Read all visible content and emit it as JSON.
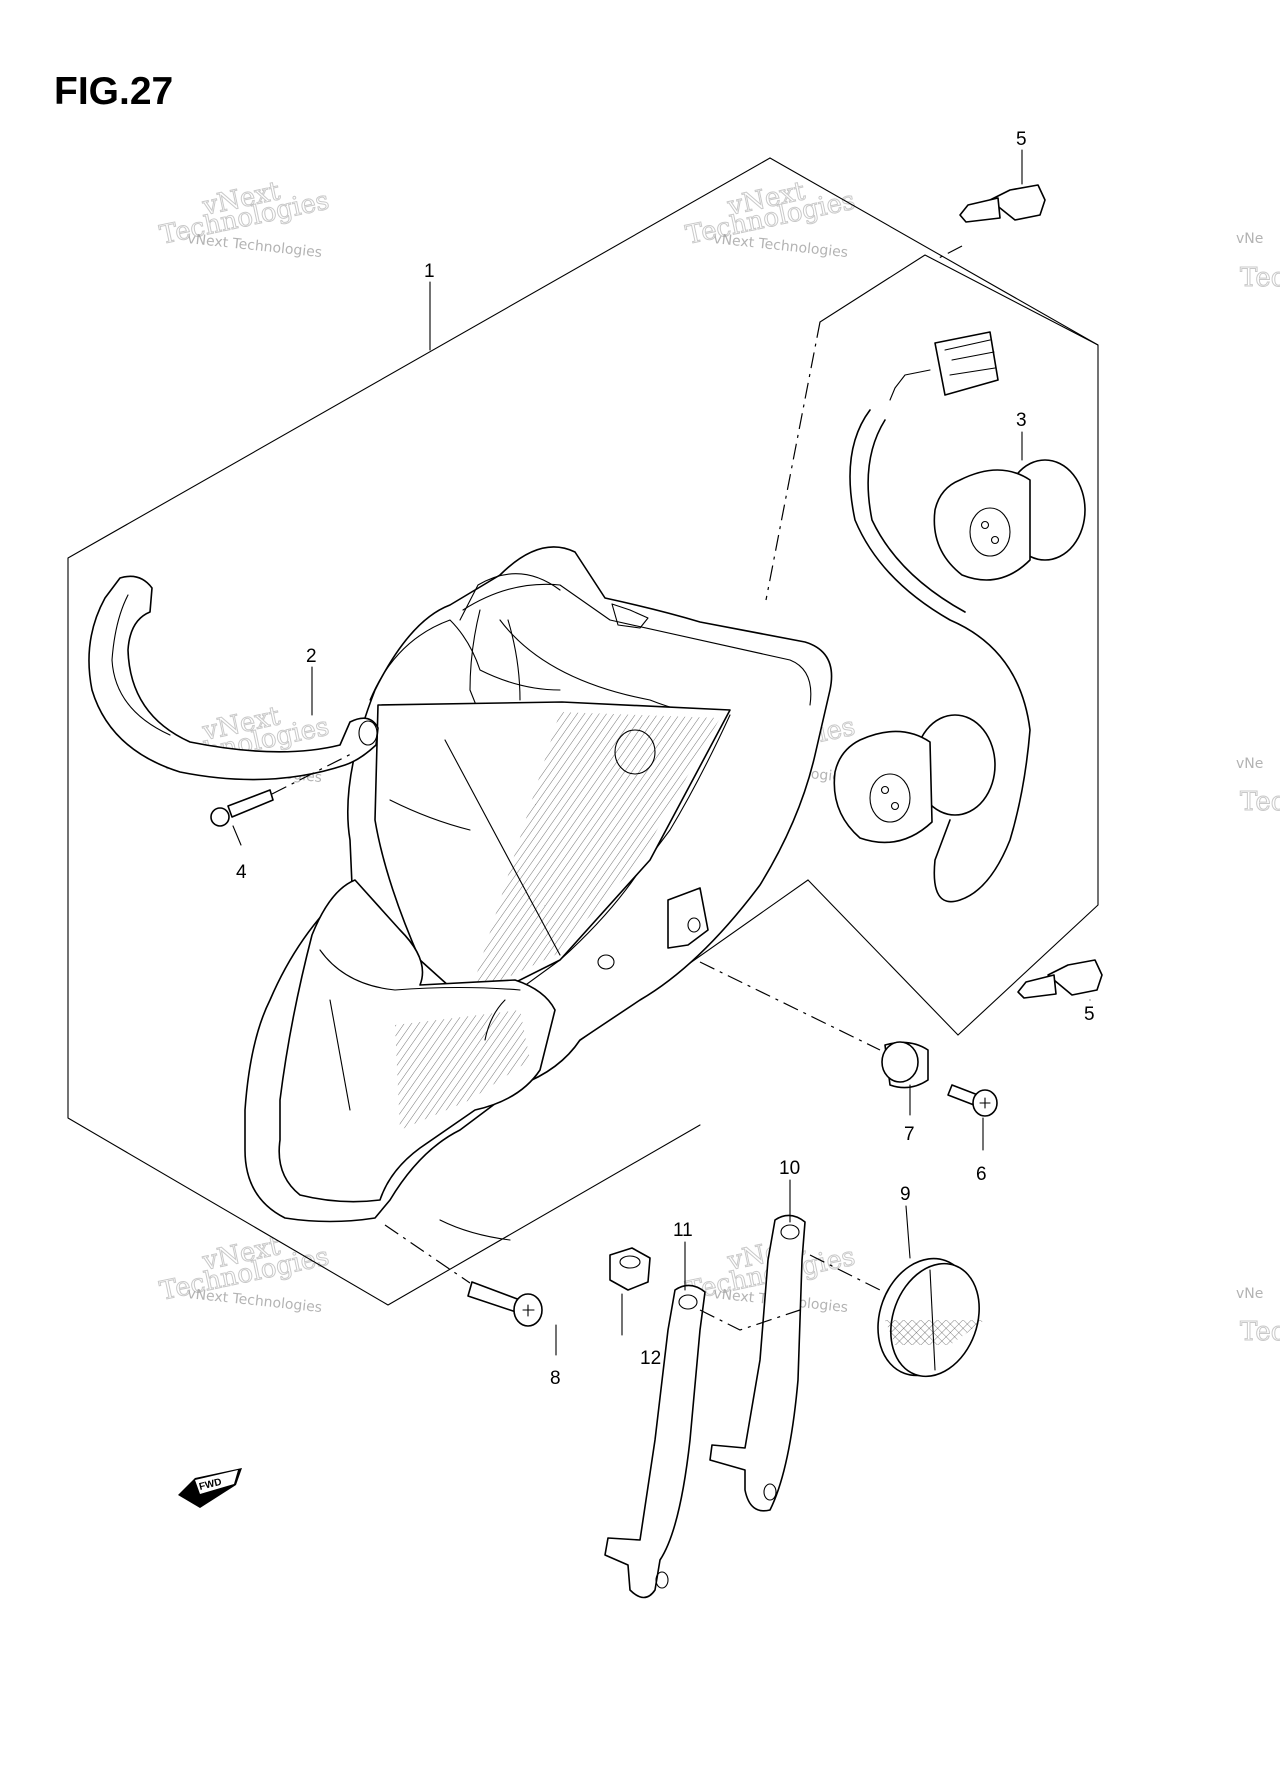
{
  "figure": {
    "title": "FIG.27"
  },
  "watermark": {
    "line1": "vNext Technologies",
    "line2": "vNext",
    "line3": "Technologies",
    "edge": "vNe",
    "edge2": "Tec"
  },
  "part_labels": {
    "p1": "1",
    "p2": "2",
    "p3": "3",
    "p4": "4",
    "p5a": "5",
    "p5b": "5",
    "p6": "6",
    "p7": "7",
    "p8": "8",
    "p9": "9",
    "p10": "10",
    "p11": "11",
    "p12": "12"
  },
  "fwd_badge": "FWD"
}
